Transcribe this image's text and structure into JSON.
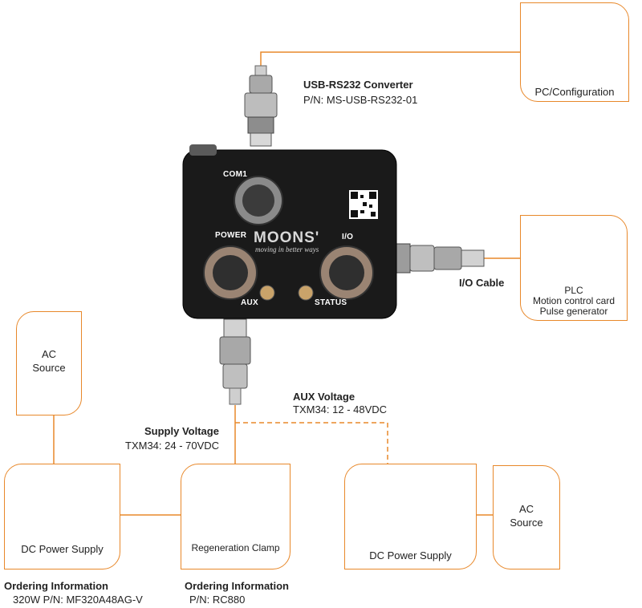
{
  "colors": {
    "accent": "#e8882a",
    "device": "#1a1a1a",
    "connector": "#9a9a9a"
  },
  "pc": {
    "label": "PC/Configuration",
    "icon": "computer-icon"
  },
  "converter": {
    "title": "USB-RS232 Converter",
    "part": "P/N: MS-USB-RS232-01"
  },
  "drive": {
    "ports": {
      "com1": "COM1",
      "power": "POWER",
      "io": "I/O",
      "aux": "AUX",
      "status": "STATUS"
    },
    "brand": "MOONS'",
    "tagline": "moving in better ways"
  },
  "io_cable": {
    "label": "I/O Cable"
  },
  "plc": {
    "lines": [
      "PLC",
      "Motion control card",
      "Pulse generator"
    ]
  },
  "ac_source_left": {
    "lines": [
      "AC",
      "Source"
    ]
  },
  "ac_source_right": {
    "lines": [
      "AC",
      "Source"
    ]
  },
  "aux_voltage": {
    "title": "AUX Voltage",
    "value": "TXM34: 12 - 48VDC"
  },
  "supply_voltage": {
    "title": "Supply Voltage",
    "value": "TXM34: 24 - 70VDC"
  },
  "dc_supply_left": {
    "label": "DC Power Supply"
  },
  "regen_clamp": {
    "label": "Regeneration Clamp"
  },
  "dc_supply_right": {
    "label": "DC Power Supply"
  },
  "ordering_left": {
    "title": "Ordering Information",
    "value": "320W P/N: MF320A48AG-V"
  },
  "ordering_center": {
    "title": "Ordering Information",
    "value": "P/N: RC880"
  }
}
